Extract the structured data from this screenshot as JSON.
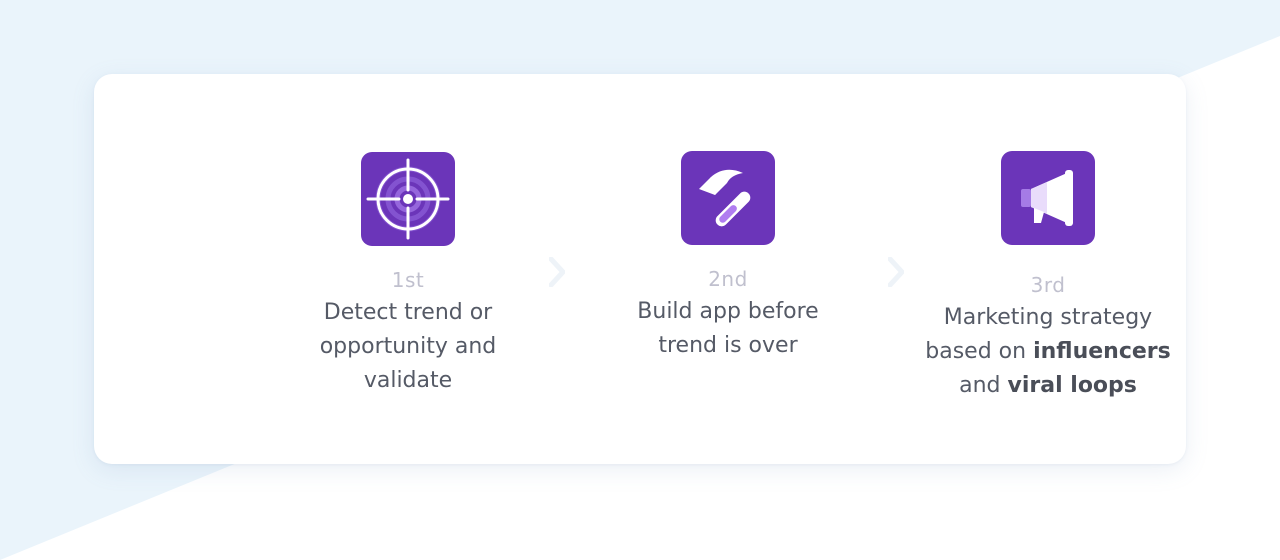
{
  "colors": {
    "accent": "#6b35b9",
    "ordinal_text": "#c0c0ce",
    "body_text": "#555a66",
    "background_tint": "#eaf4fb"
  },
  "steps": [
    {
      "icon": "target-icon",
      "ordinal": "1st",
      "lines": [
        "Detect trend or",
        "opportunity and",
        "validate"
      ]
    },
    {
      "icon": "hammer-icon",
      "ordinal": "2nd",
      "lines": [
        "Build app before",
        "trend is over"
      ]
    },
    {
      "icon": "megaphone-icon",
      "ordinal": "3rd",
      "line1": "Marketing strategy",
      "line2_prefix": "based on ",
      "line2_bold": "influencers",
      "line3_prefix": "and ",
      "line3_bold": "viral loops"
    }
  ],
  "separators": [
    "chevron-right-icon",
    "chevron-right-icon"
  ]
}
